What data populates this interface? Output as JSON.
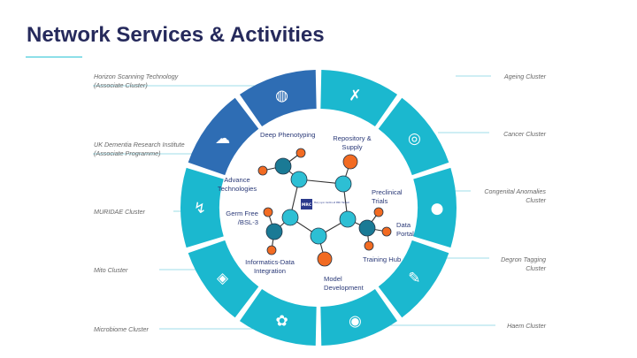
{
  "title": "Network Services & Activities",
  "colors": {
    "title": "#262a5c",
    "ring_teal": "#1bb8cf",
    "ring_blue": "#2e6db4",
    "node_teal": "#2dbfd4",
    "node_dark": "#1a7a95",
    "node_orange": "#f26b22",
    "label_text": "#666666",
    "service_text": "#2b3a78"
  },
  "clusters": [
    {
      "label": "Ageing Cluster",
      "icon": "dna-icon",
      "associate": false
    },
    {
      "label": "Cancer Cluster",
      "icon": "cell-icon",
      "associate": false
    },
    {
      "label": "Congenital Anomalies Cluster",
      "icon": "embryo-icon",
      "associate": false
    },
    {
      "label": "Degron Tagging Cluster",
      "icon": "pipette-icon",
      "associate": false
    },
    {
      "label": "Haem Cluster",
      "icon": "blood-cells-icon",
      "associate": false
    },
    {
      "label": "Microbiome Cluster",
      "icon": "bacteria-icon",
      "associate": false
    },
    {
      "label": "Mito Cluster",
      "icon": "mitochondria-icon",
      "associate": false
    },
    {
      "label": "MURIDAE Cluster",
      "icon": "mouse-icon",
      "associate": false
    },
    {
      "label": "UK Dementia Research Institute (Associate Programme)",
      "icon": "brain-icon",
      "associate": true
    },
    {
      "label": "Horizon Scanning Technology (Associate Cluster)",
      "icon": "fingerprint-icon",
      "associate": true
    }
  ],
  "services": {
    "deep": "Deep Phenotyping",
    "repo": "Repository & Supply",
    "adv": "Advance Technologies",
    "precl": "Preclinical Trials",
    "germ": "Germ Free /BSL-3",
    "portal": "Data Portal",
    "training": "Training Hub",
    "informatics": "Informatics-Data Integration",
    "model": "Model Development"
  },
  "logo": {
    "mark": "MRC",
    "text": "Mary Lyon Centre at MRC Harwell"
  }
}
